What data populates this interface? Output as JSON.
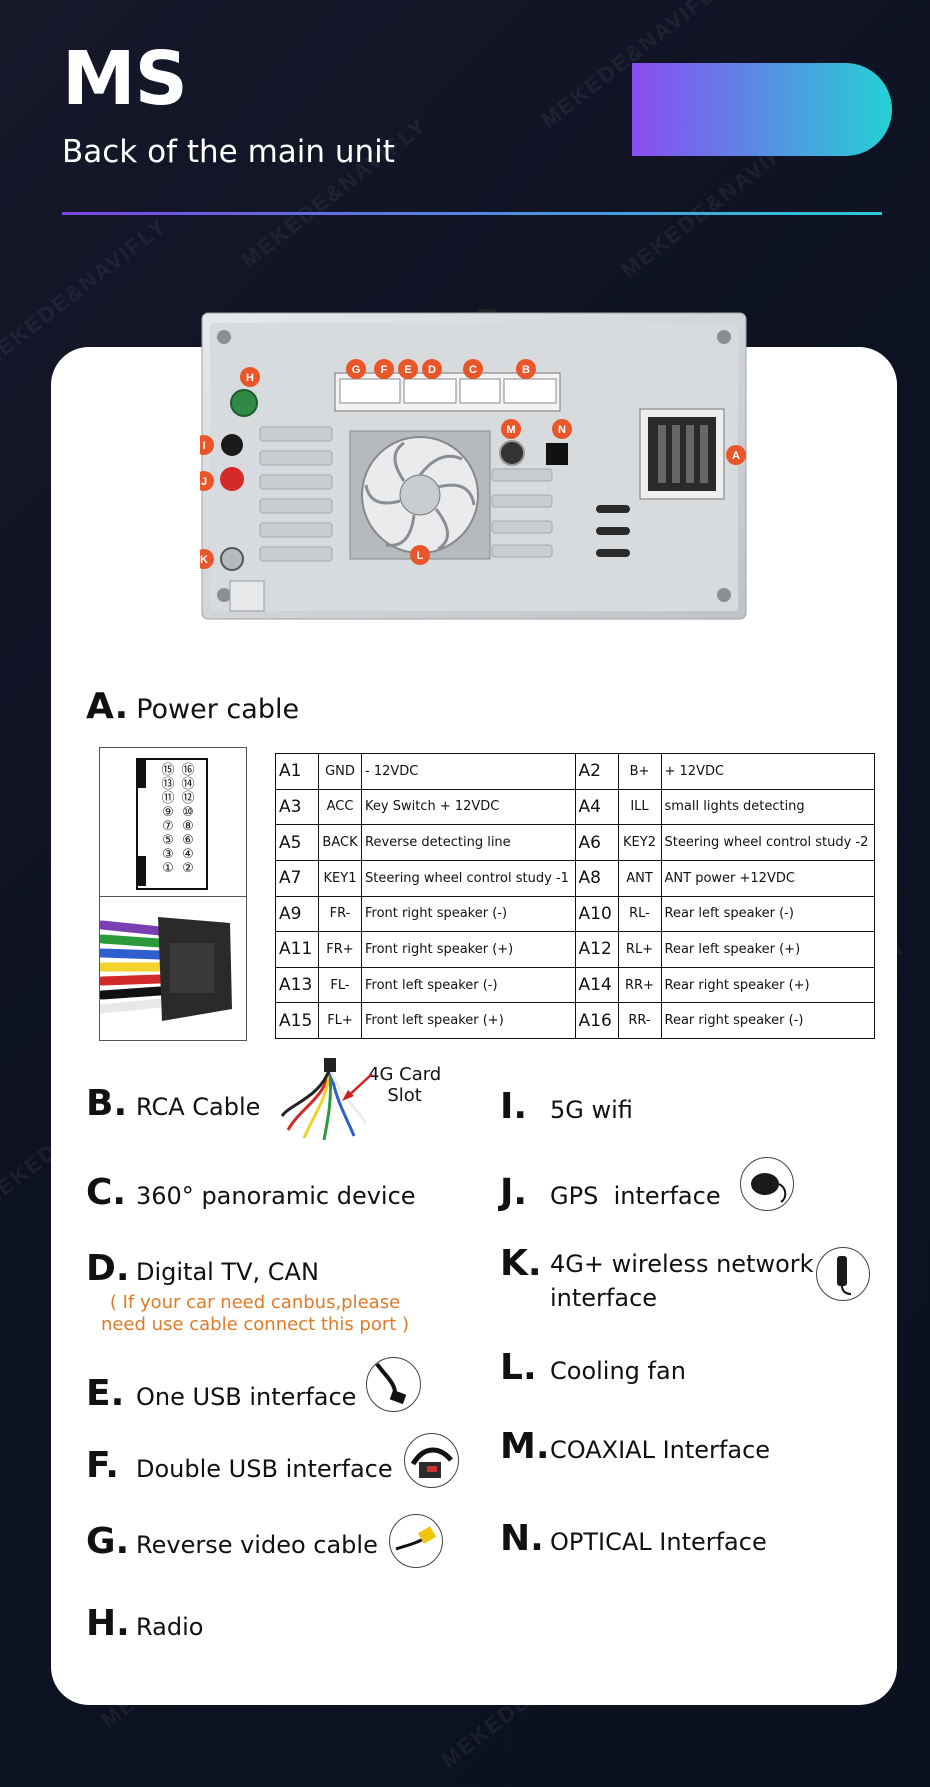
{
  "header": {
    "title": "MS",
    "subtitle": "Back of the main unit"
  },
  "watermark": "MEKEDE&NAVIFLY",
  "unit_callouts": [
    "G",
    "F",
    "E",
    "D",
    "C",
    "B",
    "H",
    "I",
    "J",
    "K",
    "L",
    "M",
    "N",
    "A"
  ],
  "section_a": {
    "letter": "A.",
    "title": "Power cable",
    "connector_pins": [
      "⑮",
      "⑯",
      "⑬",
      "⑭",
      "⑪",
      "⑫",
      "⑨",
      "⑩",
      "⑦",
      "⑧",
      "⑤",
      "⑥",
      "③",
      "④",
      "①",
      "②"
    ],
    "pin_rows": [
      {
        "p1": "A1",
        "s1": "GND",
        "d1": "- 12VDC",
        "p2": "A2",
        "s2": "B+",
        "d2": "+ 12VDC"
      },
      {
        "p1": "A3",
        "s1": "ACC",
        "d1": "Key Switch + 12VDC",
        "p2": "A4",
        "s2": "ILL",
        "d2": "small lights detecting"
      },
      {
        "p1": "A5",
        "s1": "BACK",
        "d1": "Reverse detecting line",
        "p2": "A6",
        "s2": "KEY2",
        "d2": "Steering wheel control study -2"
      },
      {
        "p1": "A7",
        "s1": "KEY1",
        "d1": "Steering wheel control study -1",
        "p2": "A8",
        "s2": "ANT",
        "d2": "ANT power +12VDC"
      },
      {
        "p1": "A9",
        "s1": "FR-",
        "d1": "Front right speaker (-)",
        "p2": "A10",
        "s2": "RL-",
        "d2": "Rear left speaker (-)"
      },
      {
        "p1": "A11",
        "s1": "FR+",
        "d1": "Front right speaker (+)",
        "p2": "A12",
        "s2": "RL+",
        "d2": "Rear left speaker (+)"
      },
      {
        "p1": "A13",
        "s1": "FL-",
        "d1": "Front left speaker (-)",
        "p2": "A14",
        "s2": "RR+",
        "d2": "Rear right speaker (+)"
      },
      {
        "p1": "A15",
        "s1": "FL+",
        "d1": "Front left speaker (+)",
        "p2": "A16",
        "s2": "RR-",
        "d2": "Rear right speaker (-)"
      }
    ]
  },
  "rca_note": "4G Card\nSlot",
  "left_items": [
    {
      "letter": "B.",
      "label": "RCA Cable",
      "icon": "rca-cable-icon"
    },
    {
      "letter": "C.",
      "label": "360° panoramic device"
    },
    {
      "letter": "D.",
      "label": "Digital TV, CAN",
      "note": "( If your car need canbus,please\nneed use cable connect this port )"
    },
    {
      "letter": "E.",
      "label": "One USB interface",
      "icon": "usb-cable-icon"
    },
    {
      "letter": "F.",
      "label": "Double USB interface",
      "icon": "double-usb-icon"
    },
    {
      "letter": "G.",
      "label": "Reverse video cable",
      "icon": "rca-plug-icon"
    },
    {
      "letter": "H.",
      "label": "Radio"
    }
  ],
  "right_items": [
    {
      "letter": "I.",
      "label": "5G wifi"
    },
    {
      "letter": "J.",
      "label": "GPS  interface",
      "icon": "gps-antenna-icon"
    },
    {
      "letter": "K.",
      "label": "4G+ wireless network\ninterface",
      "icon": "4g-antenna-icon"
    },
    {
      "letter": "L.",
      "label": "Cooling fan"
    },
    {
      "letter": "M.",
      "label": "COAXIAL Interface"
    },
    {
      "letter": "N.",
      "label": "OPTICAL Interface"
    }
  ],
  "colors": {
    "accent_orange": "#e8562a",
    "note_orange": "#e07a26",
    "gradient_start": "#8b4cf0",
    "gradient_end": "#25d1d6"
  }
}
